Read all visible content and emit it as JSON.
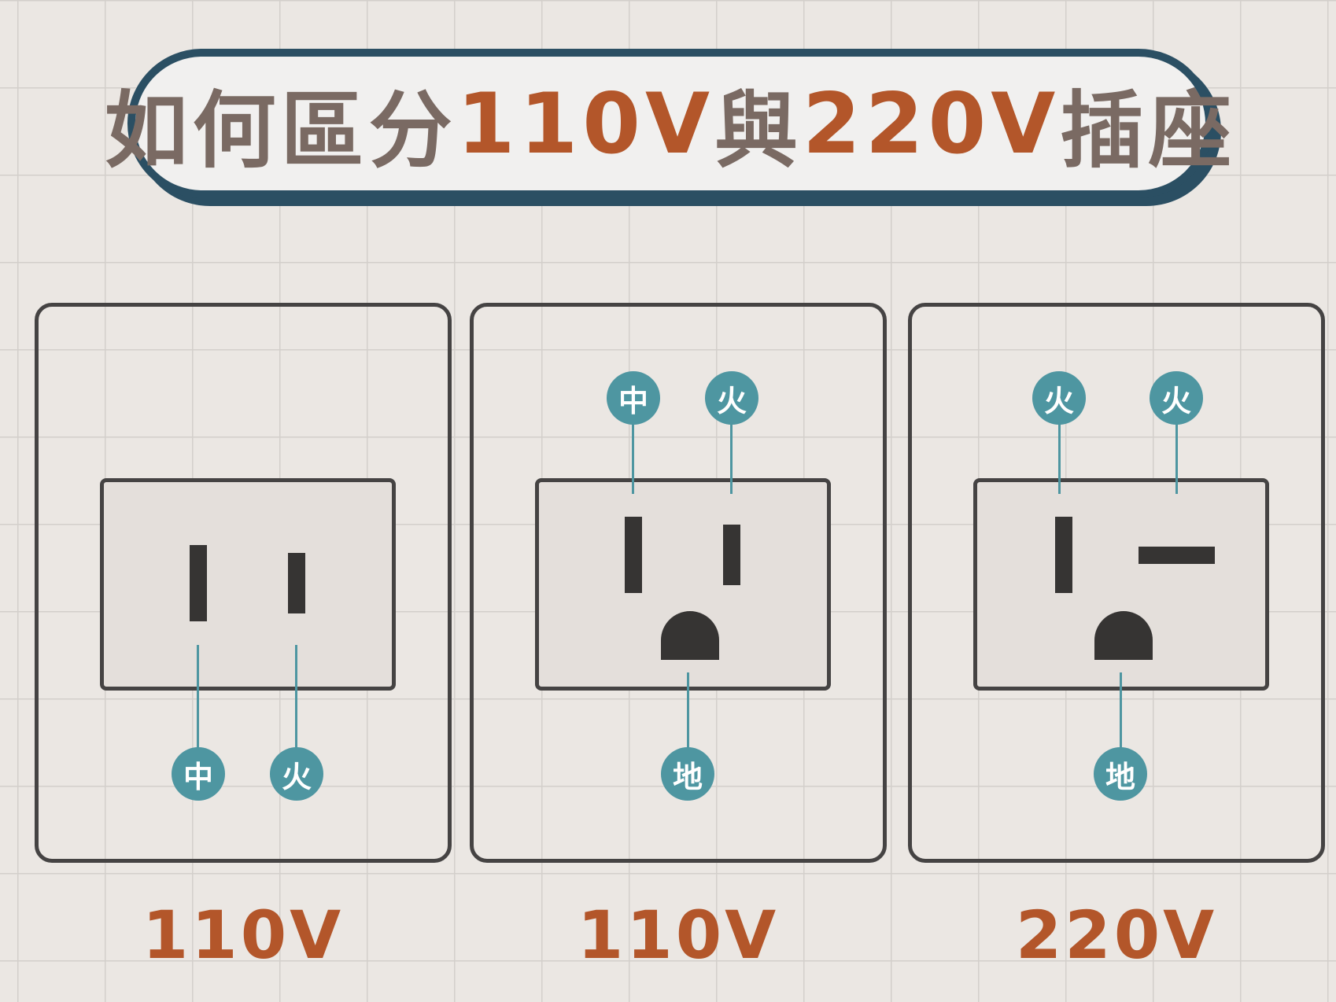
{
  "title": {
    "part1": "如何區分",
    "part2": "110V",
    "part3": "與",
    "part4": "220V",
    "part5": "插座"
  },
  "outlets": [
    {
      "voltage": "110V",
      "labels": [
        "中",
        "火"
      ]
    },
    {
      "voltage": "110V",
      "labels": [
        "中",
        "火",
        "地"
      ]
    },
    {
      "voltage": "220V",
      "labels": [
        "火",
        "火",
        "地"
      ]
    }
  ],
  "colors": {
    "title_gray": "#7a6a63",
    "accent_orange": "#b3562a",
    "banner_border": "#2b4f63",
    "badge_teal": "#4e96a1",
    "outline": "#454343",
    "slot": "#363433"
  }
}
